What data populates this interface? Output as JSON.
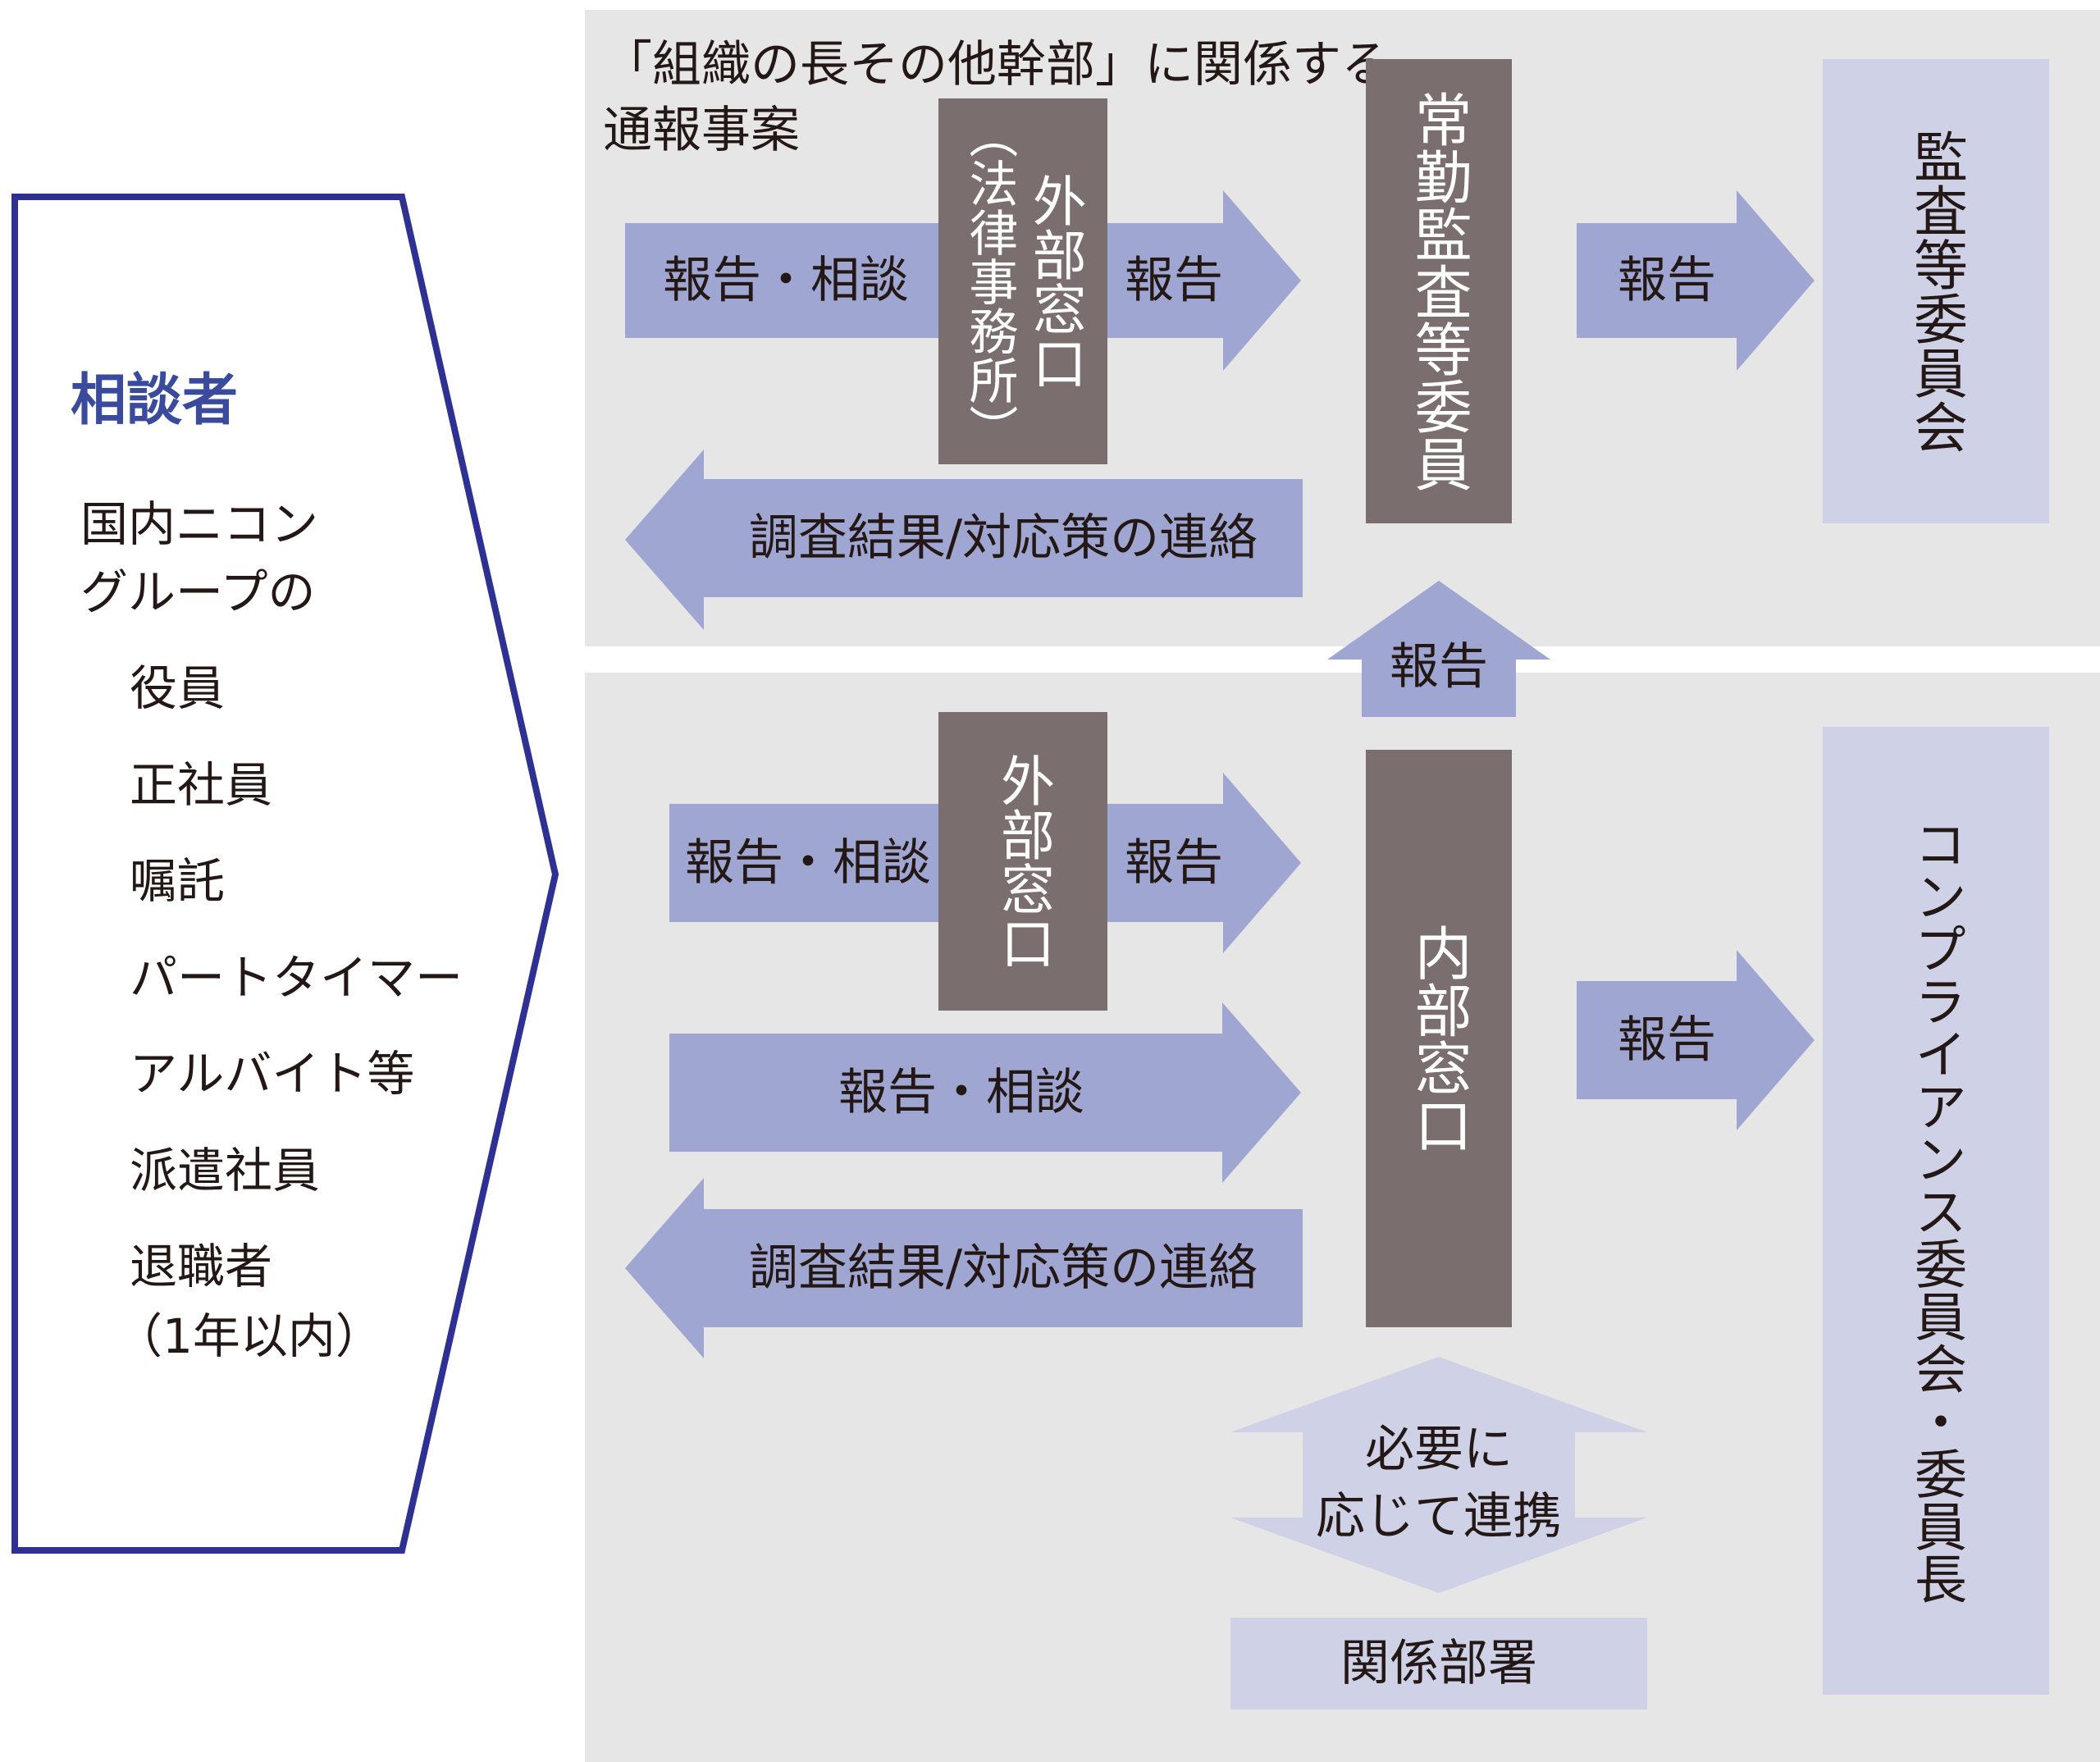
{
  "colors": {
    "panel_bg": "#e6e6e6",
    "arrow_fill": "#9fa6d2",
    "arrow_light_fill": "#cfd2e7",
    "dark_box": "#7a6f6e",
    "light_box": "#cfd2e7",
    "outline_navy": "#2e3192",
    "title_blue": "#3a4a9c"
  },
  "consultant": {
    "title": "相談者",
    "lines": [
      "国内ニコン",
      "グループの",
      "役員",
      "正社員",
      "嘱託",
      "パートタイマー",
      "アルバイト等",
      "派遣社員",
      "退職者",
      "（1年以内）"
    ]
  },
  "top_section": {
    "caption_line1": "「組織の長その他幹部」に関係する",
    "caption_line2": "通報事案",
    "arrow_report_consult": "報告・相談",
    "ext_window_sub": "（法律事務所）",
    "ext_window": "外部窓口",
    "arrow_report_1": "報告",
    "standing_auditor": "常勤監査等委員",
    "arrow_report_2": "報告",
    "audit_committee": "監査等委員会",
    "arrow_result": "調査結果/対応策の連絡"
  },
  "middle_arrow": "報告",
  "bottom_section": {
    "arrow_report_consult_1": "報告・相談",
    "ext_window": "外部窓口",
    "arrow_report_1": "報告",
    "arrow_report_consult_2": "報告・相談",
    "internal_window": "内部窓口",
    "arrow_report_2": "報告",
    "compliance": "コンプライアンス委員会・委員長",
    "arrow_result": "調査結果/対応策の連絡",
    "cooperate_line1": "必要に",
    "cooperate_line2": "応じて連携",
    "related_dept": "関係部署"
  }
}
